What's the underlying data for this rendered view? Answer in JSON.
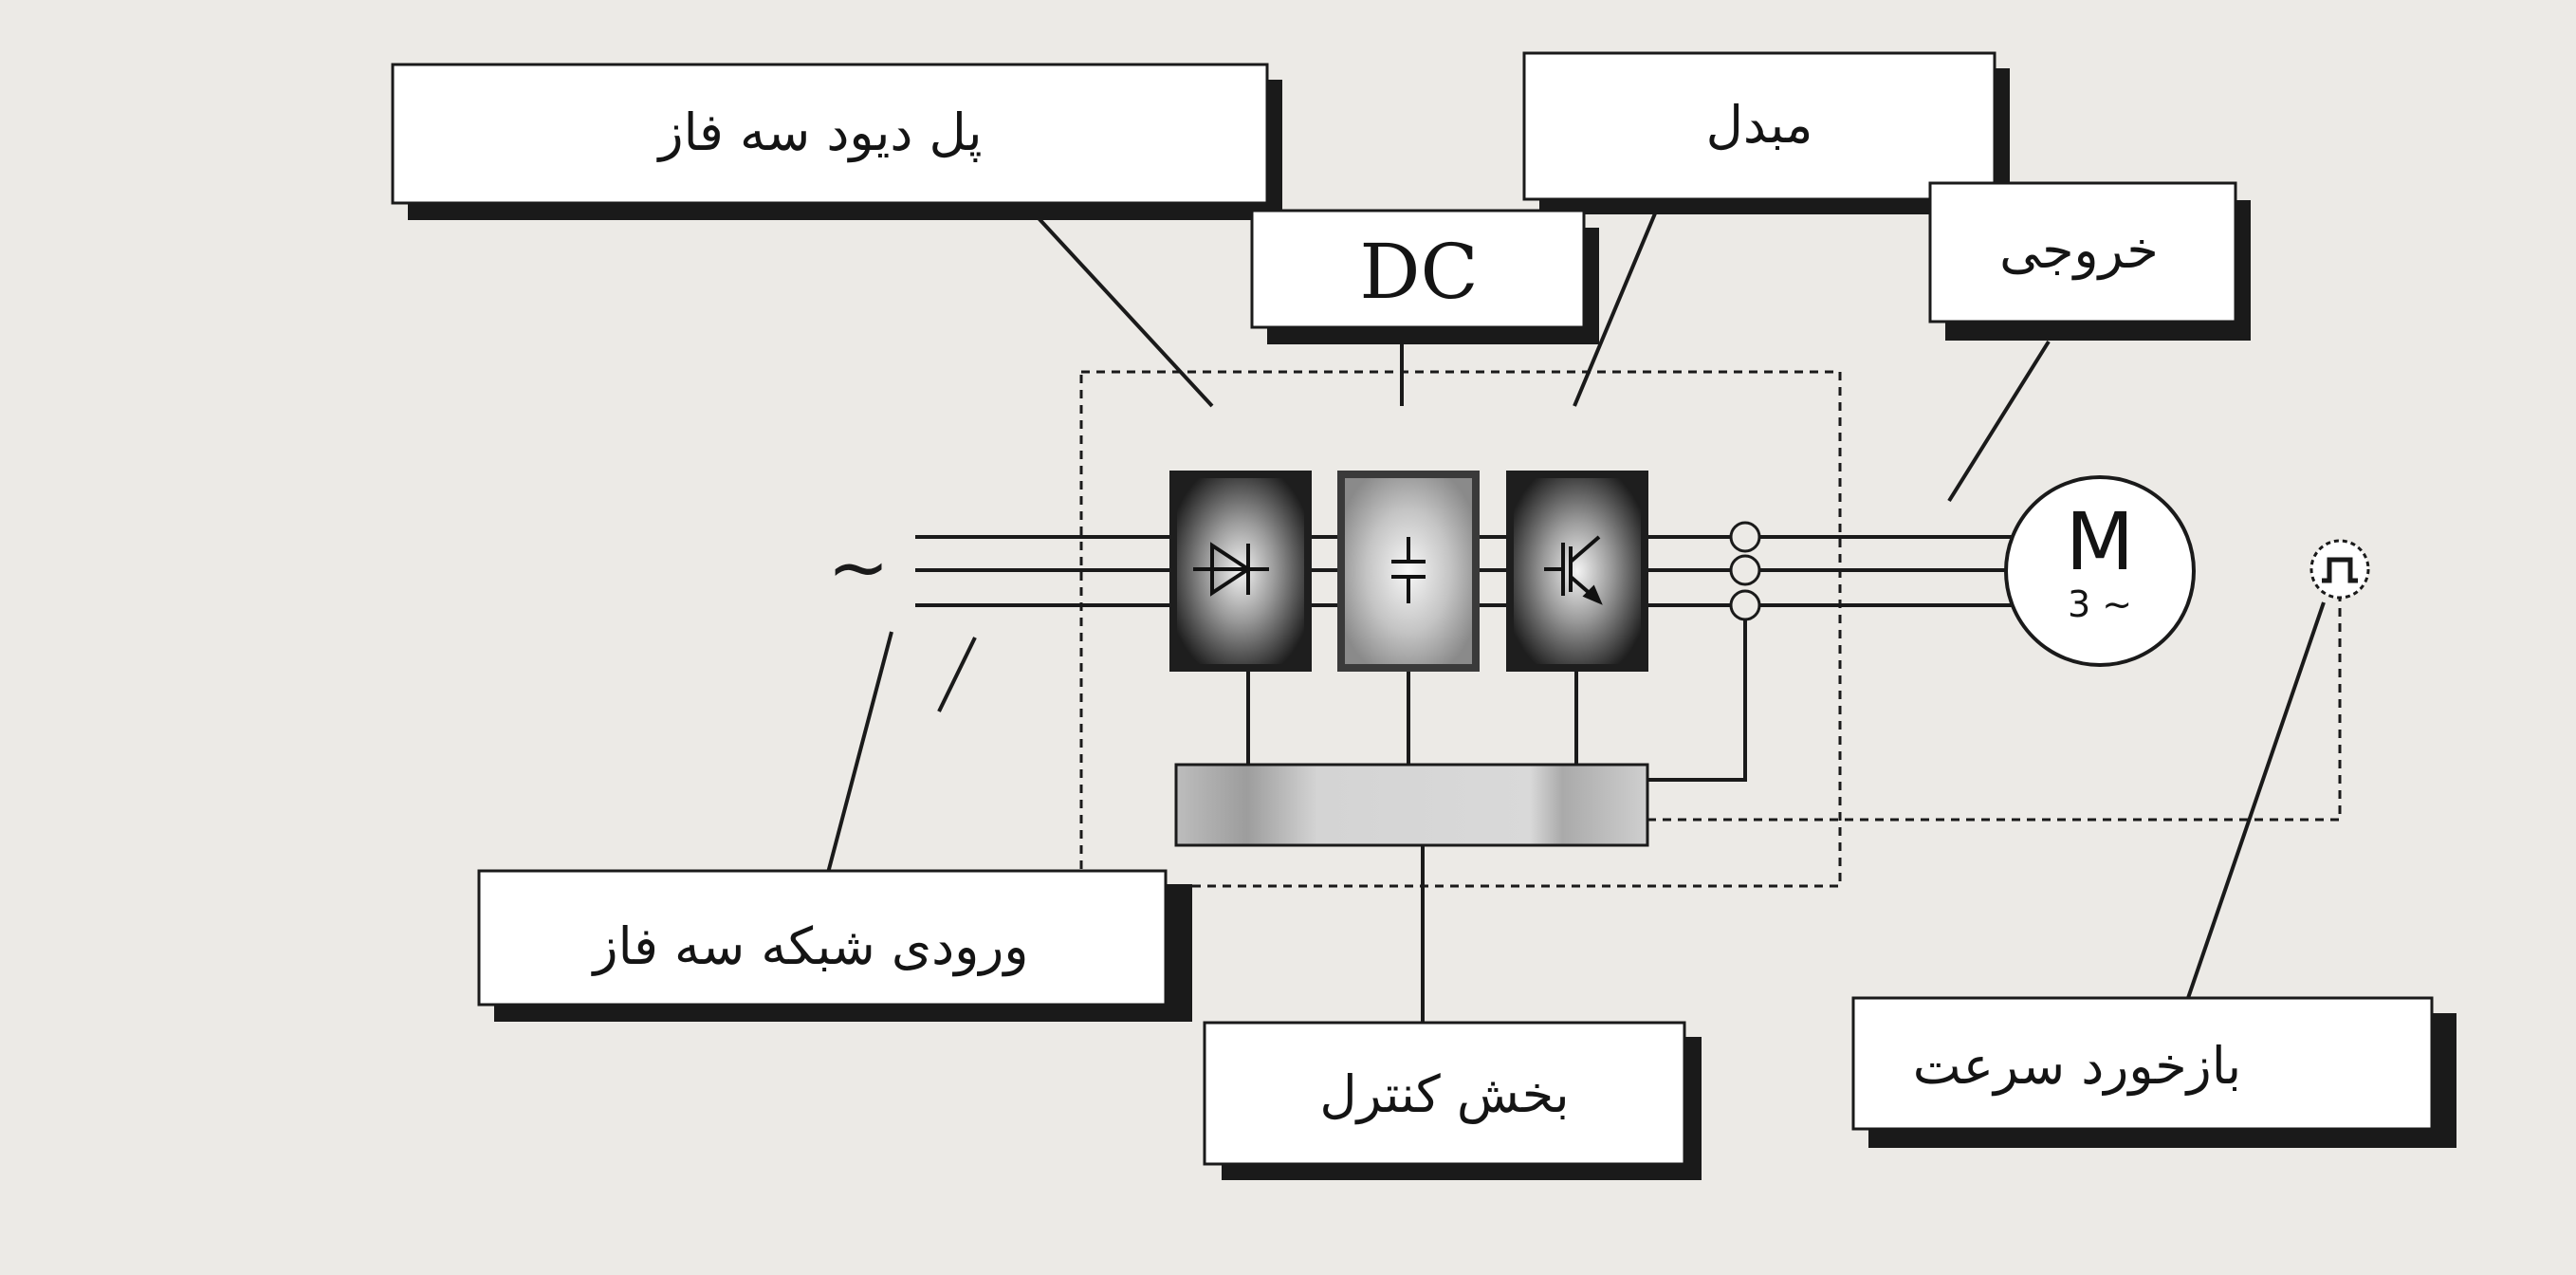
{
  "labels": {
    "bridge": "پل دیود سه فاز",
    "converter": "مبدل",
    "dc_link": "DC",
    "output": "خروجی",
    "grid_input": "ورودی شبکه سه فاز",
    "control": "بخش کنترل",
    "speed_feedback": "بازخورد سرعت"
  },
  "motor": {
    "letter": "M",
    "phase": "3 ~"
  },
  "ac_symbol": "~",
  "colors": {
    "background": "#eceae6",
    "line": "#1a1a1a",
    "box_fill": "#ffffff",
    "box_shadow": "#1a1a1a",
    "module_dark": "#222222",
    "module_light": "#bdbdbd",
    "control_fill": "#d8d8d8"
  },
  "icons": [
    "diode-icon",
    "capacitor-icon",
    "transistor-icon",
    "ac-source-icon",
    "pulse-icon"
  ]
}
